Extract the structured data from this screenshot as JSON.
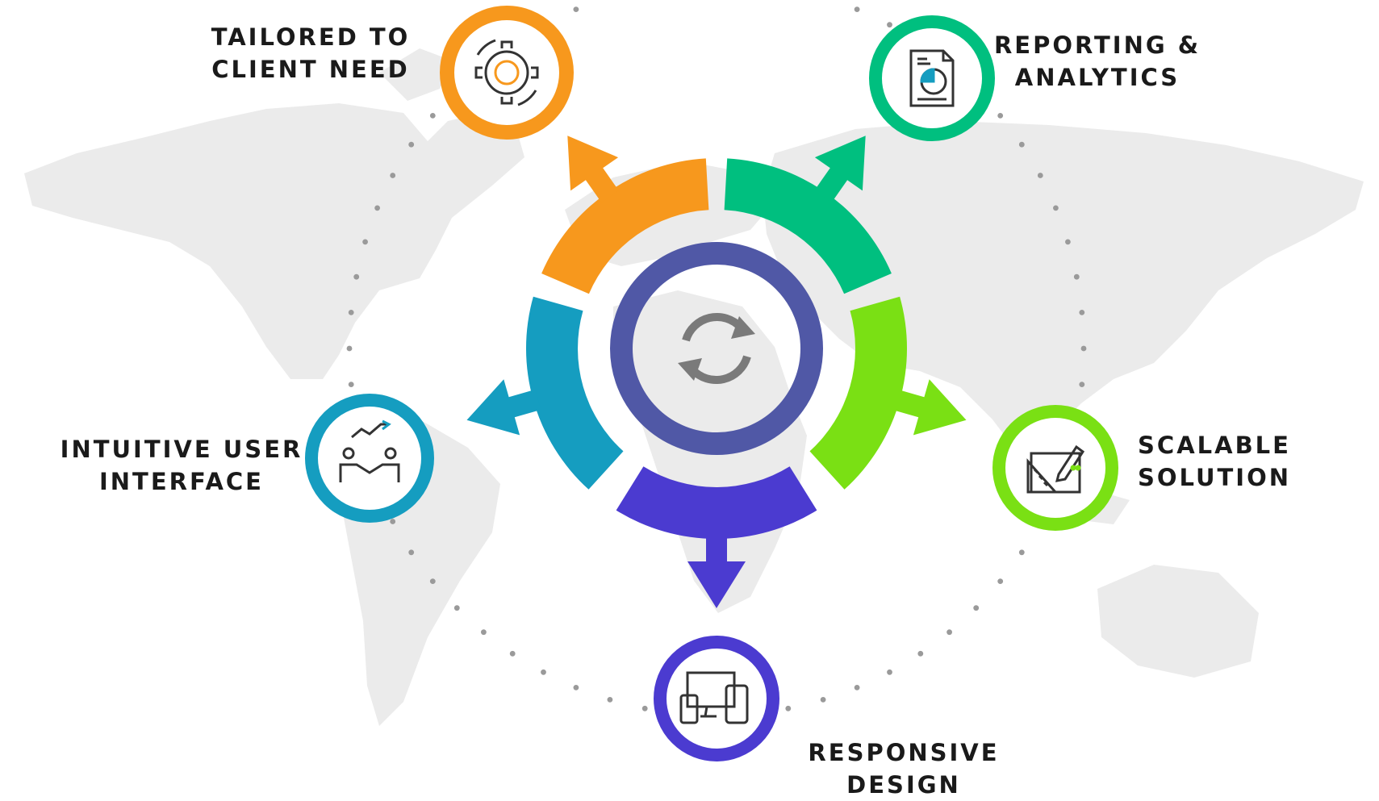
{
  "center": {
    "icon": "refresh-icon"
  },
  "nodes": [
    {
      "id": "tailored",
      "line1": "TAILORED TO",
      "line2": "CLIENT NEED",
      "color": "#F7981D",
      "icon": "gear-icon"
    },
    {
      "id": "reporting",
      "line1": "REPORTING &",
      "line2": "ANALYTICS",
      "color": "#00BF7F",
      "icon": "report-icon"
    },
    {
      "id": "scalable",
      "line1": "SCALABLE",
      "line2": "SOLUTION",
      "color": "#7AE014",
      "icon": "ruler-pencil-icon"
    },
    {
      "id": "responsive",
      "line1": "RESPONSIVE",
      "line2": "DESIGN",
      "color": "#4B3BD0",
      "icon": "devices-icon"
    },
    {
      "id": "intuitive",
      "line1": "INTUITIVE USER",
      "line2": "INTERFACE",
      "color": "#159DC0",
      "icon": "handshake-icon"
    }
  ],
  "colors": {
    "hub_ring": "#5058A6",
    "hub_arrows": "#7A7A7A",
    "map": "#EBEBEB",
    "dots": "#9A9A9A"
  }
}
